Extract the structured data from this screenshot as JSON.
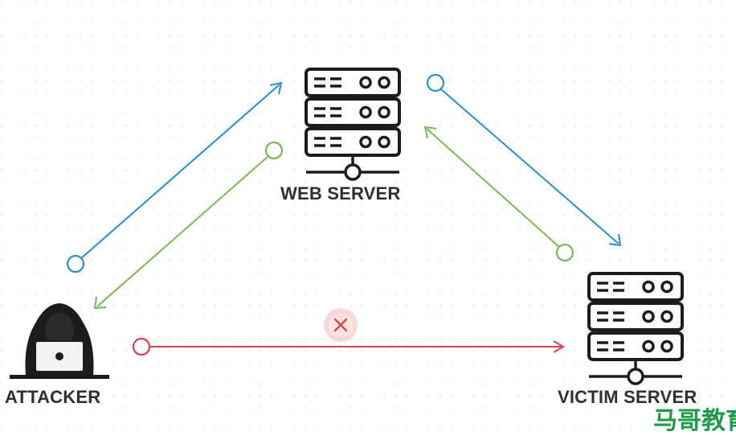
{
  "nodes": {
    "web_server": {
      "label": "WEB SERVER",
      "icon": "server-icon"
    },
    "attacker": {
      "label": "ATTACKER",
      "icon": "hooded-hacker-laptop-icon"
    },
    "victim_server": {
      "label": "VICTIM SERVER",
      "icon": "server-icon"
    }
  },
  "connections": [
    {
      "from": "attacker",
      "to": "web_server",
      "color": "#2a8fcb"
    },
    {
      "from": "web_server",
      "to": "attacker",
      "color": "#78b856"
    },
    {
      "from": "web_server",
      "to": "victim_server",
      "color": "#2a8fcb"
    },
    {
      "from": "victim_server",
      "to": "web_server",
      "color": "#78b856"
    },
    {
      "from": "attacker",
      "to": "victim_server",
      "color": "#d7434e",
      "blocked": true,
      "marker": "x-icon"
    }
  ],
  "colors": {
    "request": "#2a8fcb",
    "response": "#78b856",
    "blocked": "#d7434e",
    "icon": "#1c1c1c",
    "label": "#2f2f2f",
    "watermark": "#1e9a4a"
  },
  "watermark": {
    "text": "马哥教育"
  }
}
